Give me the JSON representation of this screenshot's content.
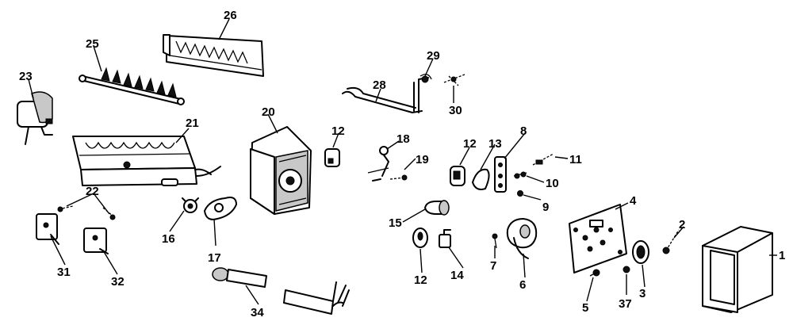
{
  "diagram": {
    "labels": [
      "1",
      "2",
      "3",
      "4",
      "5",
      "6",
      "7",
      "8",
      "9",
      "10",
      "11",
      "12",
      "12",
      "12",
      "13",
      "14",
      "15",
      "16",
      "17",
      "18",
      "19",
      "20",
      "21",
      "22",
      "23",
      "25",
      "26",
      "28",
      "29",
      "30",
      "31",
      "32",
      "34",
      "37"
    ]
  }
}
